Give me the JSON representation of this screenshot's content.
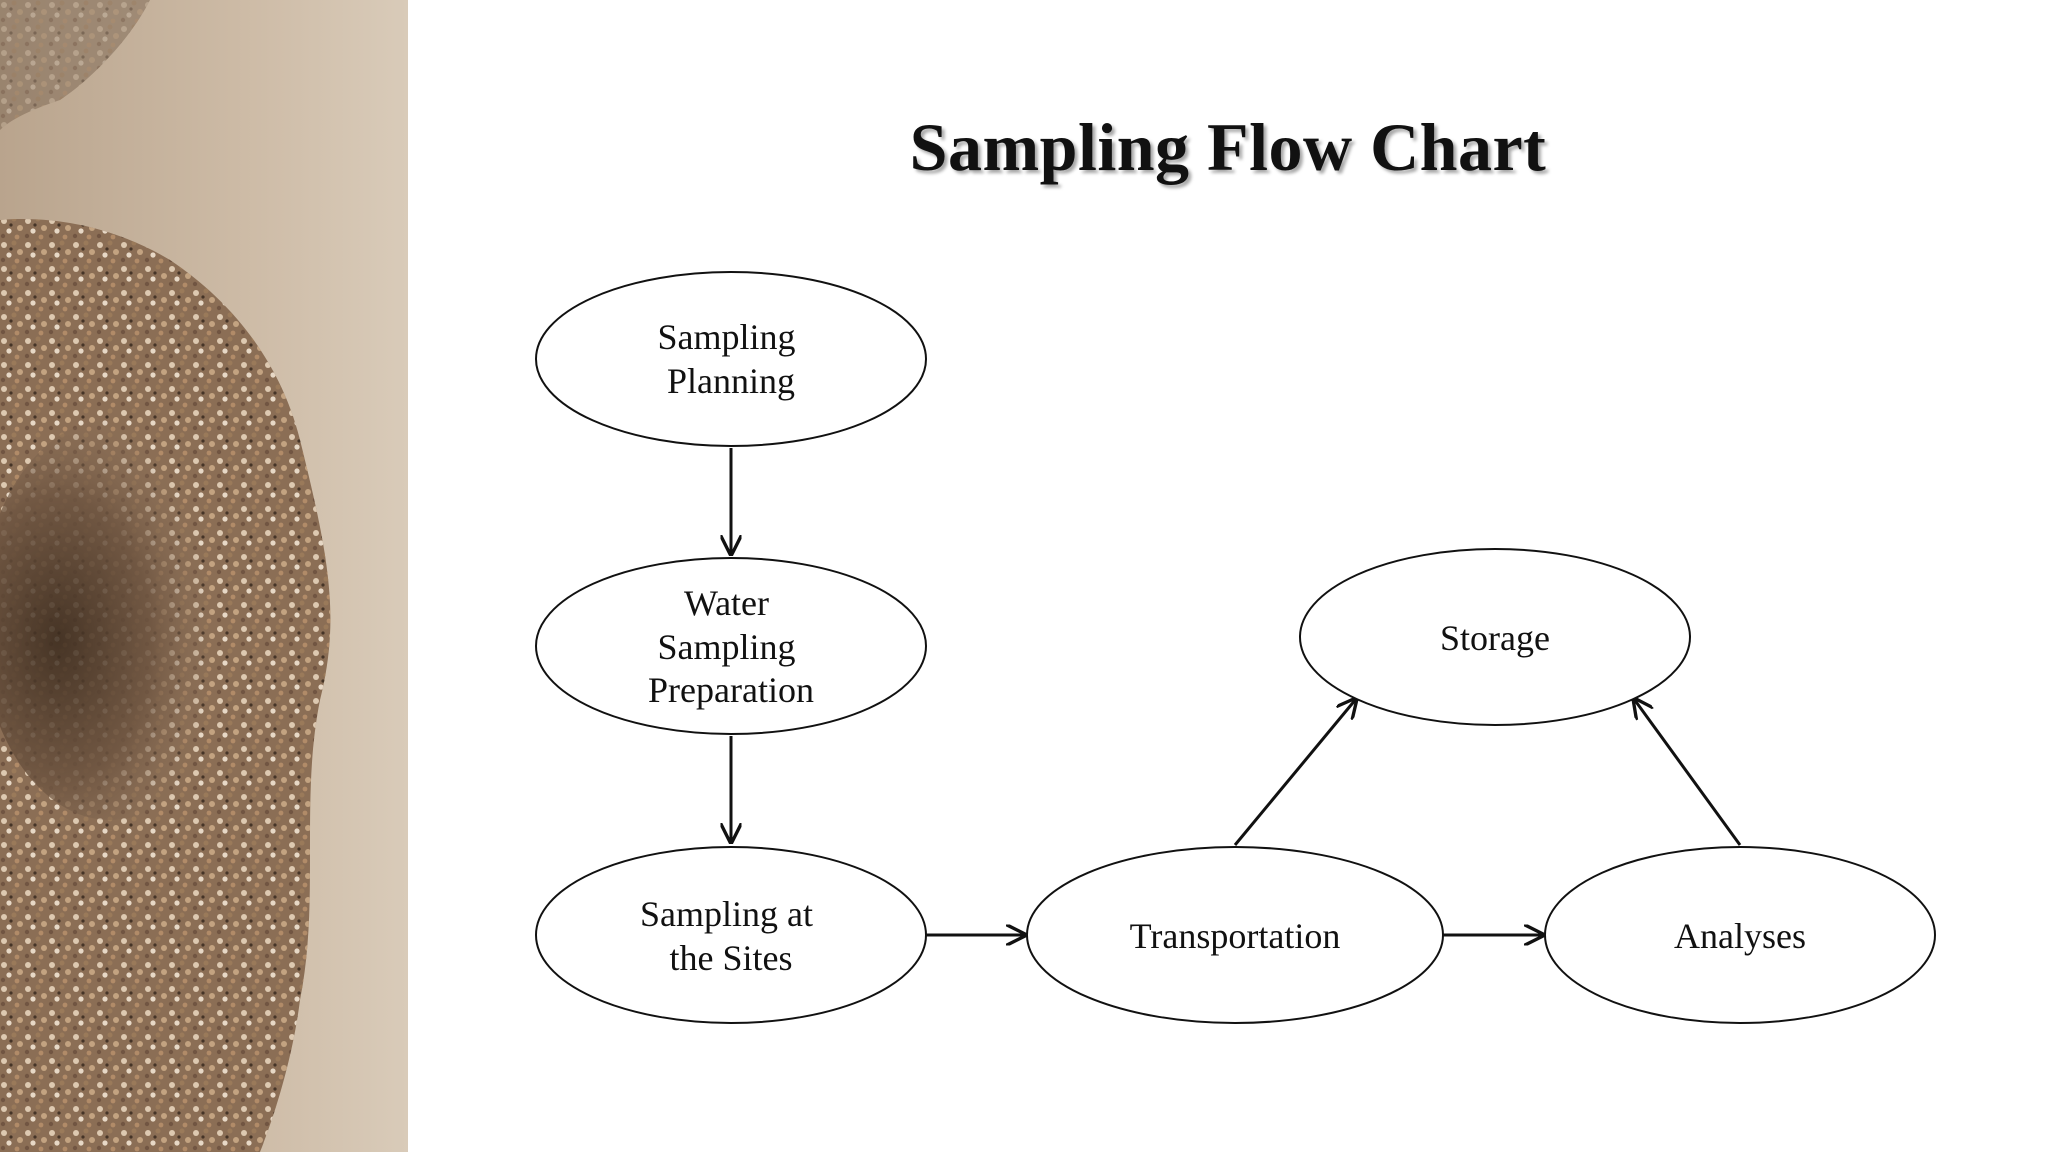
{
  "slide": {
    "title": "Sampling Flow Chart"
  },
  "side_image": {
    "subject": "close-up of sand grains"
  },
  "diagram": {
    "nodes": [
      {
        "id": "sampling-planning",
        "lines": [
          "Sampling",
          "Planning"
        ]
      },
      {
        "id": "water-sampling-preparation",
        "lines": [
          "Water",
          "Sampling",
          "Preparation"
        ]
      },
      {
        "id": "sampling-at-sites",
        "lines": [
          "Sampling at",
          "the Sites"
        ]
      },
      {
        "id": "transportation",
        "lines": [
          "Transportation"
        ]
      },
      {
        "id": "analyses",
        "lines": [
          "Analyses"
        ]
      },
      {
        "id": "storage",
        "lines": [
          "Storage"
        ]
      }
    ],
    "edges": [
      {
        "from": "sampling-planning",
        "to": "water-sampling-preparation"
      },
      {
        "from": "water-sampling-preparation",
        "to": "sampling-at-sites"
      },
      {
        "from": "sampling-at-sites",
        "to": "transportation"
      },
      {
        "from": "transportation",
        "to": "analyses"
      },
      {
        "from": "transportation",
        "to": "storage"
      },
      {
        "from": "analyses",
        "to": "storage"
      }
    ]
  },
  "colors": {
    "stroke": "#111111",
    "background": "#ffffff"
  }
}
